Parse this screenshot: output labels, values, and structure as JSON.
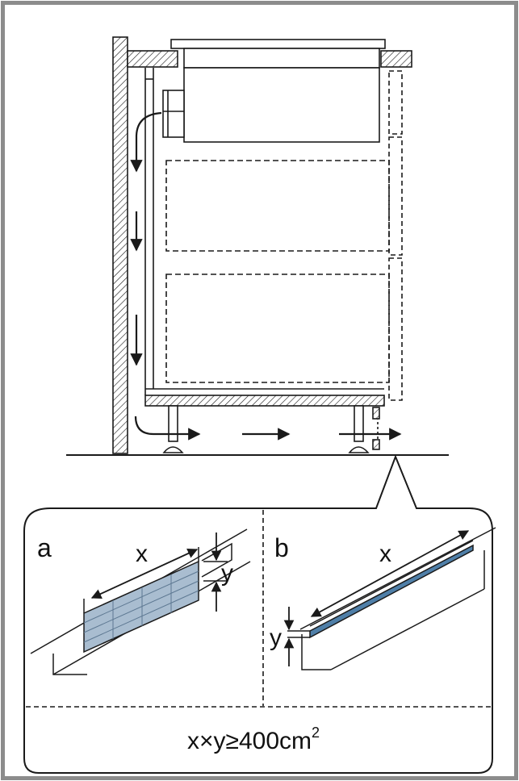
{
  "labels": {
    "panel_a": "a",
    "panel_b": "b",
    "x": "x",
    "y": "y",
    "formula_main": "x×y≥400cm",
    "formula_sup": "2"
  },
  "colors": {
    "frame": "#8c8c8c",
    "stroke": "#1a1a1a",
    "grille_fill": "#a9bdd0",
    "grille_line": "#5d7892",
    "slot_fill": "#4f7fa8"
  }
}
